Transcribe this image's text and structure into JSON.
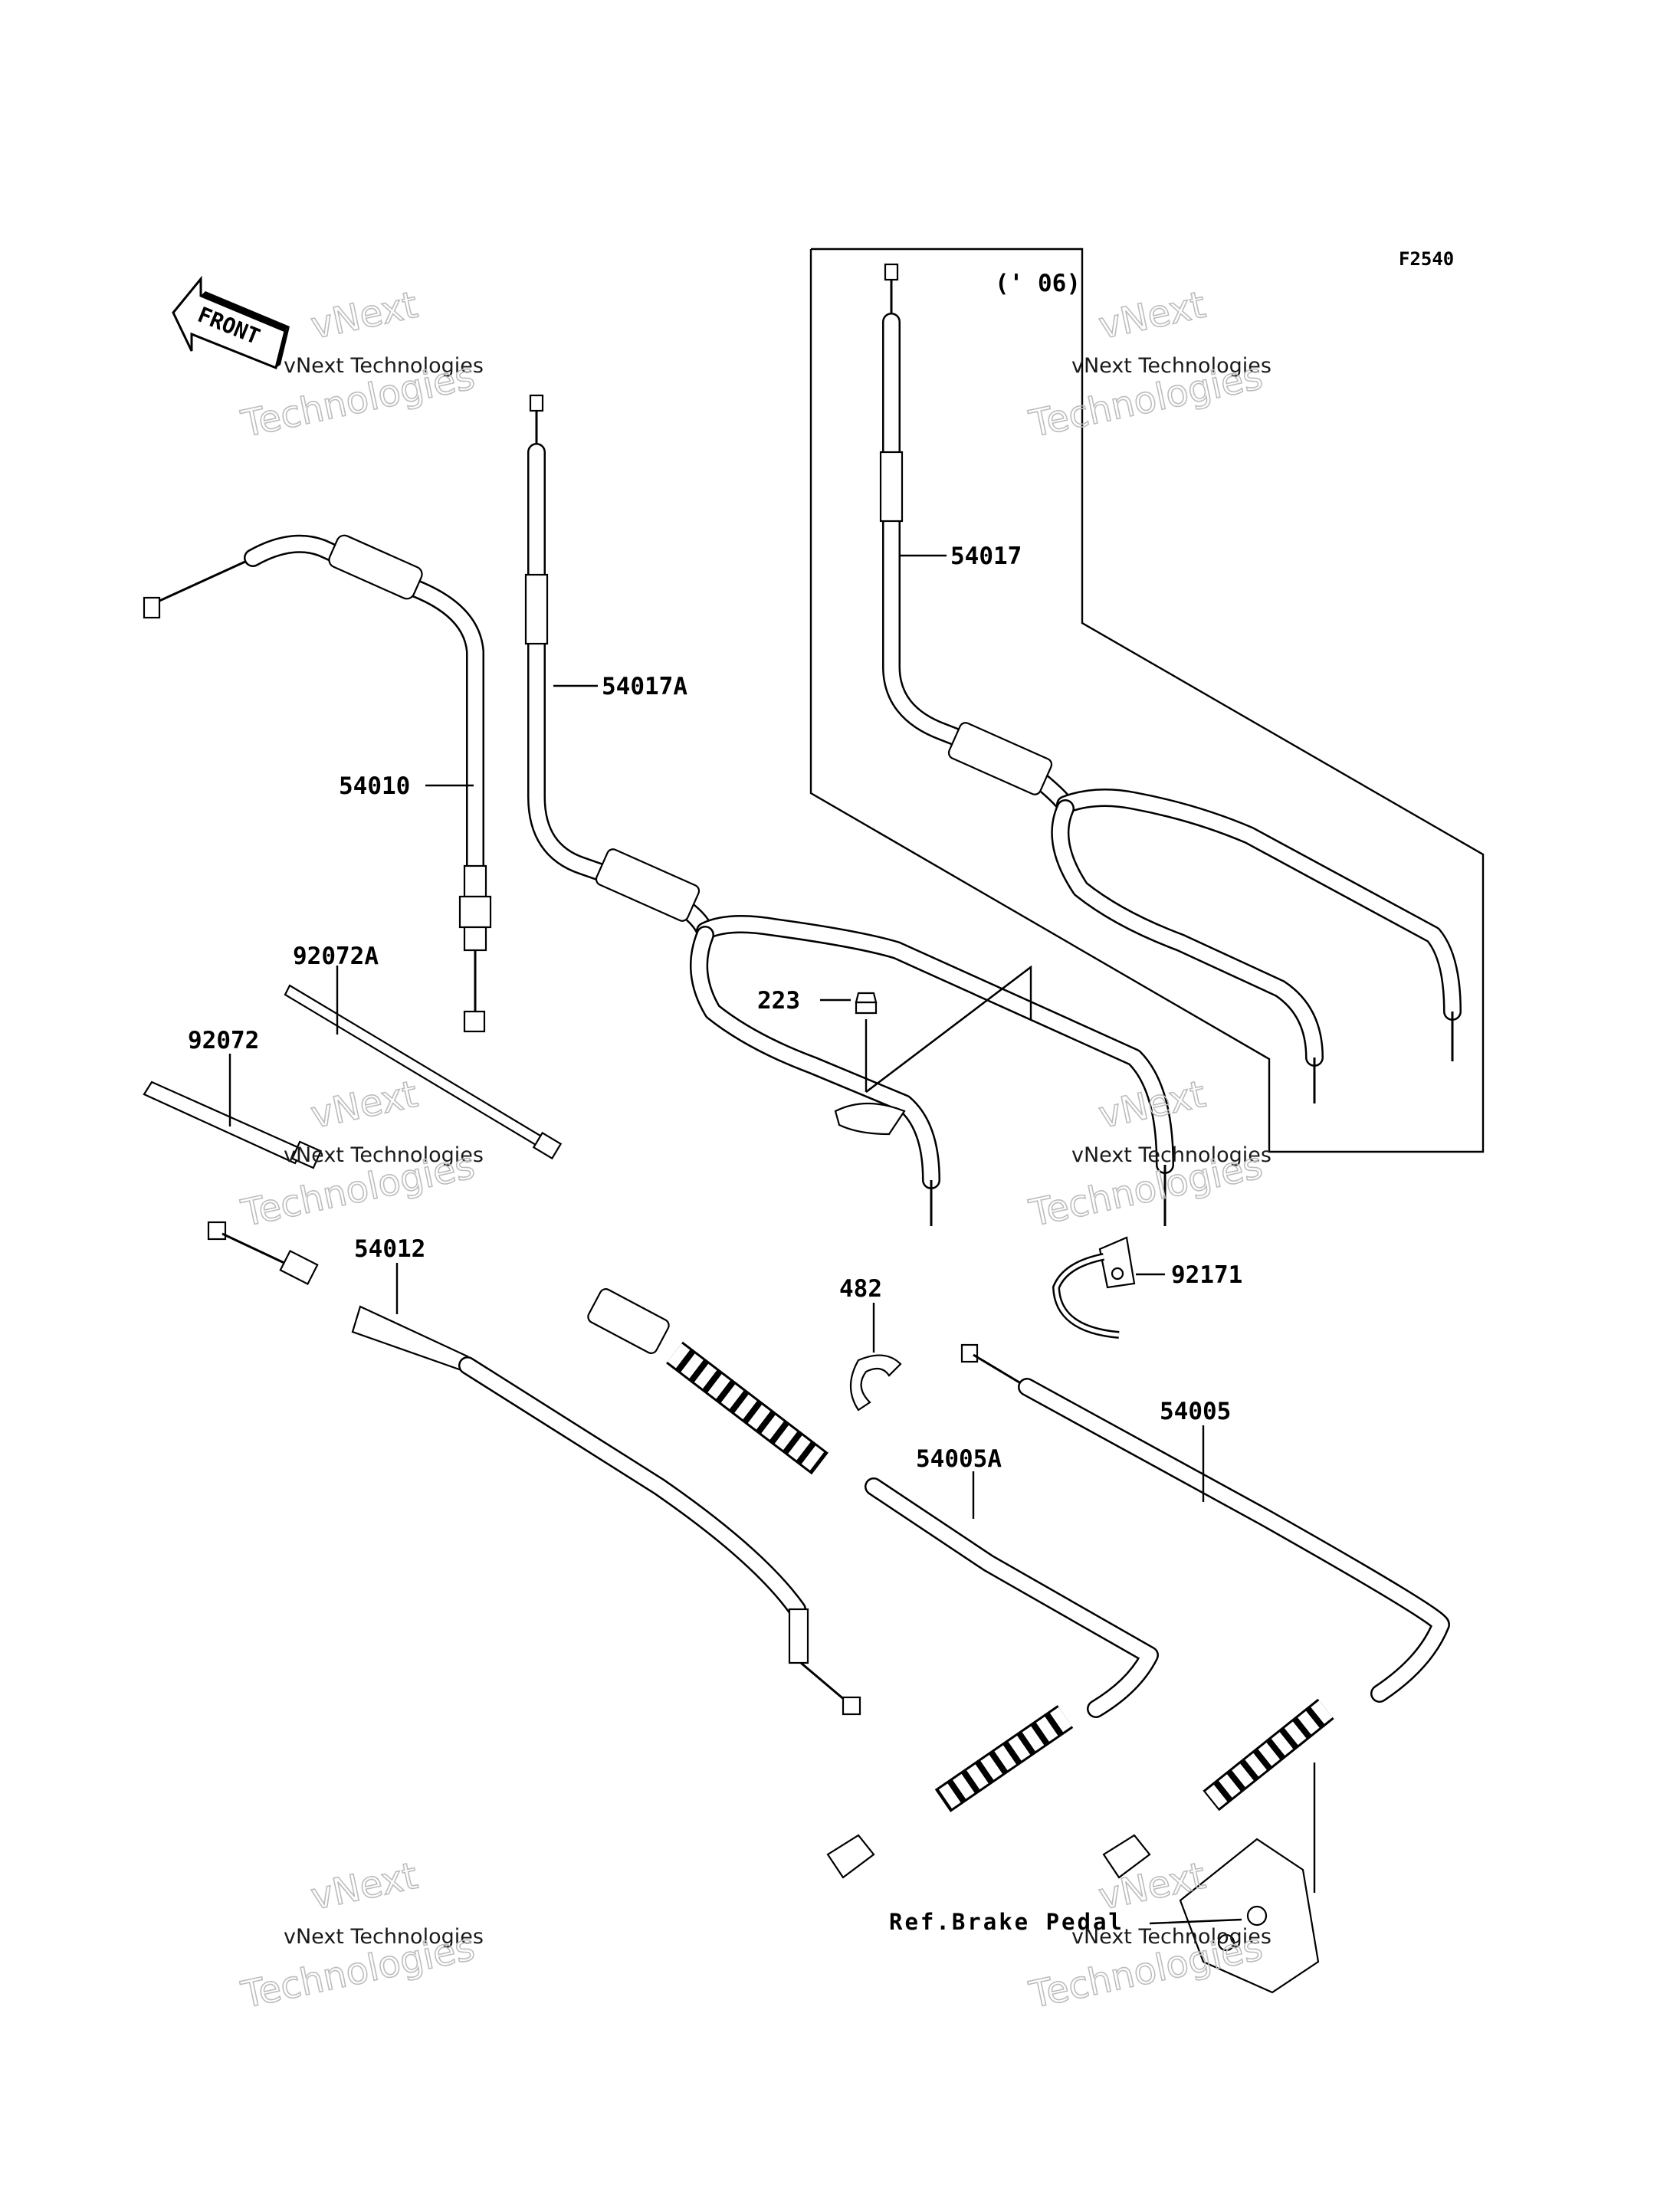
{
  "figure_code": "F2540",
  "variant_label": "(' 06)",
  "front_label": "FRONT",
  "ref_label": "Ref.Brake Pedal",
  "parts": [
    {
      "id": "p54010",
      "label": "54010"
    },
    {
      "id": "p54017A",
      "label": "54017A"
    },
    {
      "id": "p54017",
      "label": "54017"
    },
    {
      "id": "p92072A",
      "label": "92072A"
    },
    {
      "id": "p92072",
      "label": "92072"
    },
    {
      "id": "p223",
      "label": "223"
    },
    {
      "id": "p54012",
      "label": "54012"
    },
    {
      "id": "p482",
      "label": "482"
    },
    {
      "id": "p92171",
      "label": "92171"
    },
    {
      "id": "p54005A",
      "label": "54005A"
    },
    {
      "id": "p54005",
      "label": "54005"
    }
  ],
  "watermark": {
    "line1": "vNext Technologies",
    "line2": "vNext",
    "line3": "Technologies"
  }
}
